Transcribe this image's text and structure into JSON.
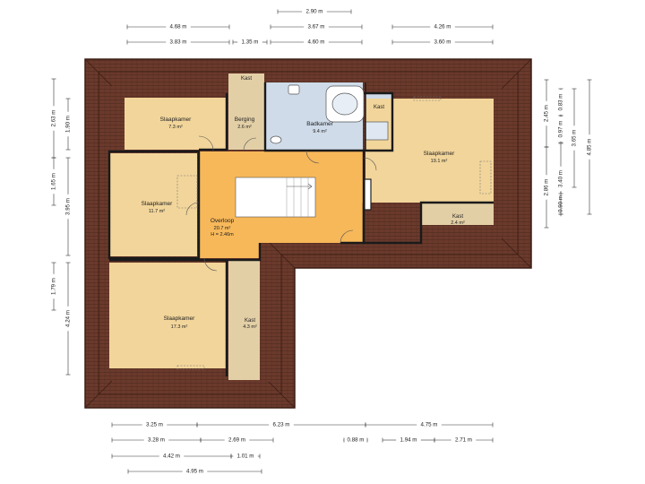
{
  "colors": {
    "roof": "#6b3a2c",
    "roof_edge": "#3a1c13",
    "bedroom": "#f2d59a",
    "hall": "#f7b85a",
    "bath": "#cfdbe9",
    "storage": "#e3cfa6",
    "wall": "#1a1a1a"
  },
  "rooms": [
    {
      "id": "slaapkamer-nw",
      "name": "Slaapkamer",
      "area": "7.3 m²"
    },
    {
      "id": "berging",
      "name": "Berging",
      "area": "2.6 m²"
    },
    {
      "id": "kast-top",
      "name": "Kast",
      "area": ""
    },
    {
      "id": "badkamer",
      "name": "Badkamer",
      "area": "9.4 m²"
    },
    {
      "id": "kast-ne",
      "name": "Kast",
      "area": ""
    },
    {
      "id": "slaapkamer-e",
      "name": "Slaapkamer",
      "area": "19.1 m²"
    },
    {
      "id": "kast-e",
      "name": "Kast",
      "area": "2.4 m²"
    },
    {
      "id": "slaapkamer-w",
      "name": "Slaapkamer",
      "area": "11.7 m²"
    },
    {
      "id": "overloop",
      "name": "Overloop",
      "area": "20.7 m²",
      "height": "H = 2.46m"
    },
    {
      "id": "slaapkamer-sw",
      "name": "Slaapkamer",
      "area": "17.3 m²"
    },
    {
      "id": "kast-s",
      "name": "Kast",
      "area": "4.3 m²"
    }
  ],
  "dimensions": {
    "top": [
      "2.90 m",
      "4.68 m",
      "3.67 m",
      "4.26 m",
      "3.83 m",
      "1.35 m",
      "4.60 m",
      "3.60 m"
    ],
    "bottom": [
      "3.25 m",
      "6.23 m",
      "4.75 m",
      "3.28 m",
      "2.69 m",
      "0.88 m",
      "1.94 m",
      "2.71 m",
      "4.42 m",
      "1.01 m",
      "4.95 m"
    ],
    "left": [
      "2.63 m",
      "1.90 m",
      "1.65 m",
      "3.95 m",
      "1.79 m",
      "4.24 m"
    ],
    "right": [
      "2.45 m",
      "0.83 m",
      "0.97 m",
      "3.65 m",
      "4.85 m",
      "2.86 m",
      "3.40 m",
      "0.90 m"
    ]
  }
}
